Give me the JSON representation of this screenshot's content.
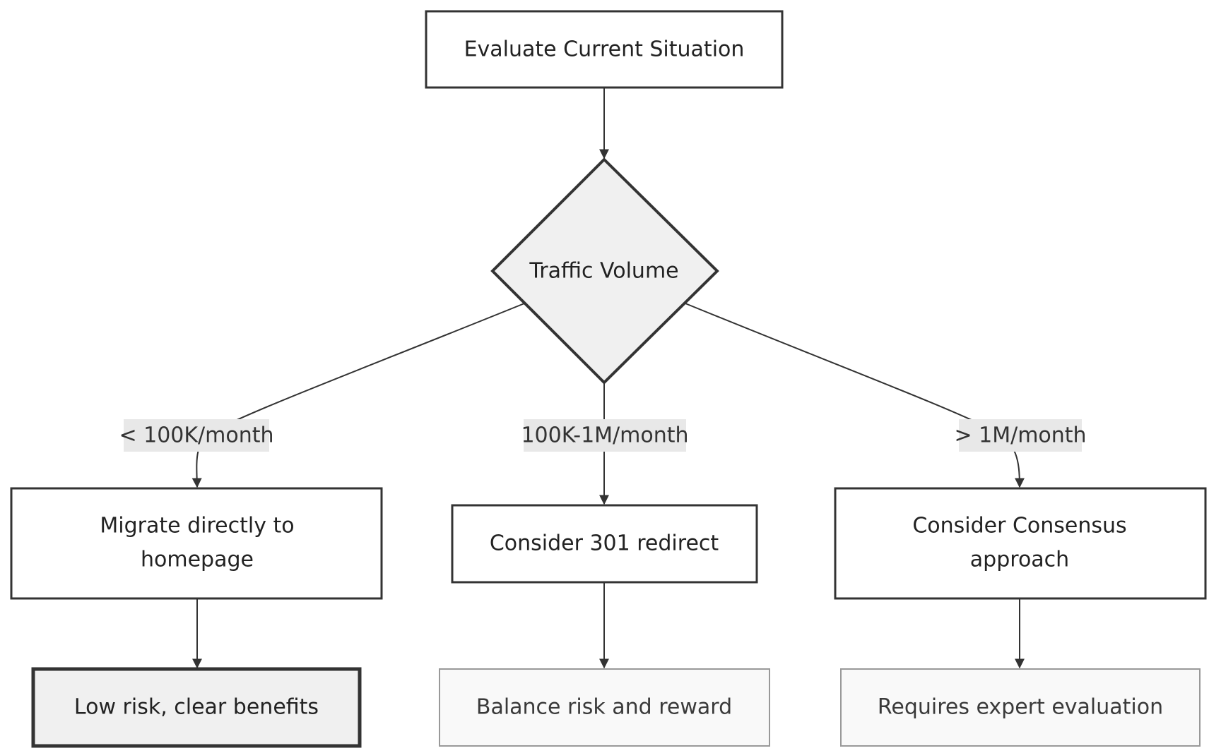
{
  "nodes": {
    "evaluate": {
      "text": [
        "Evaluate Current Situation"
      ]
    },
    "traffic": {
      "text": [
        "Traffic Volume"
      ]
    },
    "migrate": {
      "text": [
        "Migrate directly to",
        "homepage"
      ]
    },
    "redirect": {
      "text": [
        "Consider 301 redirect"
      ]
    },
    "consensus": {
      "text": [
        "Consider Consensus",
        "approach"
      ]
    },
    "low_risk": {
      "text": [
        "Low risk, clear benefits"
      ]
    },
    "balance": {
      "text": [
        "Balance risk and reward"
      ]
    },
    "expert": {
      "text": [
        "Requires expert evaluation"
      ]
    }
  },
  "edge_labels": {
    "low_traffic": "< 100K/month",
    "mid_traffic": "100K-1M/month",
    "high_traffic": "> 1M/month"
  },
  "colors": {
    "stroke": "#333333",
    "decision_fill": "#f0f0f0",
    "highlight_fill": "#f0f0f0",
    "muted_fill": "#f9f9f9",
    "muted_stroke": "#999999",
    "label_bg": "#e8e8e8"
  }
}
